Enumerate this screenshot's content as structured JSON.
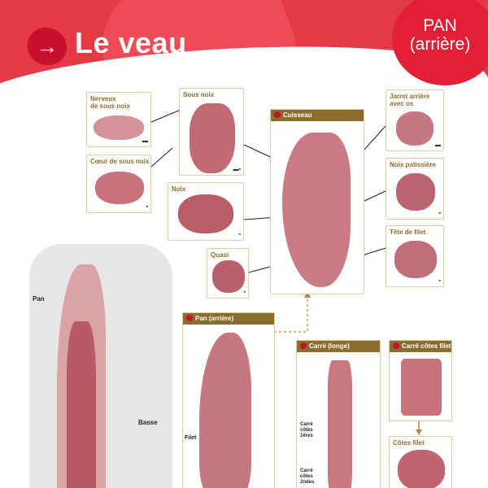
{
  "header": {
    "title": "Le veau",
    "badge_line1": "PAN",
    "badge_line2": "(arrière)"
  },
  "cards": {
    "nerveux": "Nerveux\nde sous noix",
    "sous_noix": "Sous noix",
    "coeur": "Cœur de sous noix",
    "noix": "Noix",
    "quasi": "Quasi",
    "cuisseau": "Cuisseau",
    "jarret": "Jarret arrière\navec os",
    "noix_patissiere": "Noix patissière",
    "tete_filet": "Tête de filet",
    "pan_arriere": "Pan (arrière)",
    "carre_longe": "Carré (longe)",
    "carre_cotes_filet": "Carré côtes filet",
    "cotes_filet": "Côtes filet"
  },
  "labels": {
    "pan": "Pan",
    "basse": "Basse",
    "filet": "Filet",
    "carre_1": "Carré\ncôtes\n1ères",
    "carre_2": "Carré\ncôtes\n2ndes"
  },
  "colors": {
    "brand": "#e63946",
    "card_border": "#d9cfa6",
    "label": "#8a6d2e",
    "meat": "#c97a82"
  }
}
